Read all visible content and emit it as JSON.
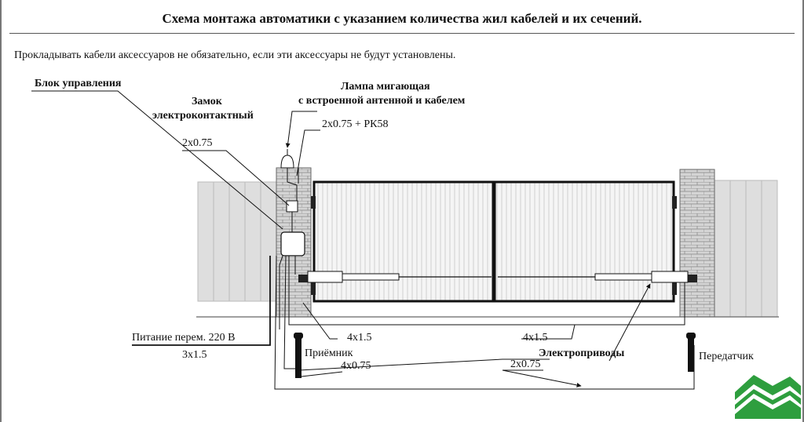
{
  "title": "Схема монтажа автоматики с указанием количества жил кабелей и их сечений.",
  "note": "Прокладывать кабели аксессуаров не обязательно, если эти аксессуары не будут установлены.",
  "labels": {
    "control_unit": "Блок управления",
    "lock_line1": "Замок",
    "lock_line2": "электроконтактный",
    "lock_cable": "2x0.75",
    "lamp_line1": "Лампа мигающая",
    "lamp_line2": "с встроенной антенной и кабелем",
    "lamp_cable": "2x0.75 + РК58",
    "power": "Питание  перем.  220 В",
    "power_cable": "3x1.5",
    "motor_cable_left": "4x1.5",
    "motor_cable_right": "4x1.5",
    "receiver": "Приёмник",
    "receiver_cable": "4x0.75",
    "actuators": "Электроприводы",
    "transmitter_cable": "2x0.75",
    "transmitter": "Передатчик"
  },
  "colors": {
    "line": "#111111",
    "fence": "#dcdcdc",
    "brick": "#cfcfcf",
    "gate_fill": "#f4f4f4",
    "logo_green": "#2e9e3e"
  },
  "icons": {
    "logo": "house-logo-icon"
  }
}
